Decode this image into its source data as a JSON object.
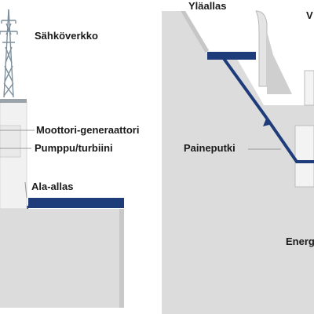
{
  "labels": {
    "grid": "Sähköverkko",
    "motor_generator": "Moottori-generaattori",
    "pump_turbine": "Pumppu/turbiini",
    "lower_reservoir": "Ala-allas",
    "upper_reservoir": "Yläallas",
    "penstock": "Paineputki",
    "upper_right_cut": "V",
    "energy_cut": "Energ"
  },
  "colors": {
    "water": "#1f3c7a",
    "ground": "#dcdcdc",
    "ground_shade": "#c6c6c6",
    "background": "#ffffff",
    "pylon": "#7d8f9c",
    "leader_line": "#9a9a9a"
  }
}
